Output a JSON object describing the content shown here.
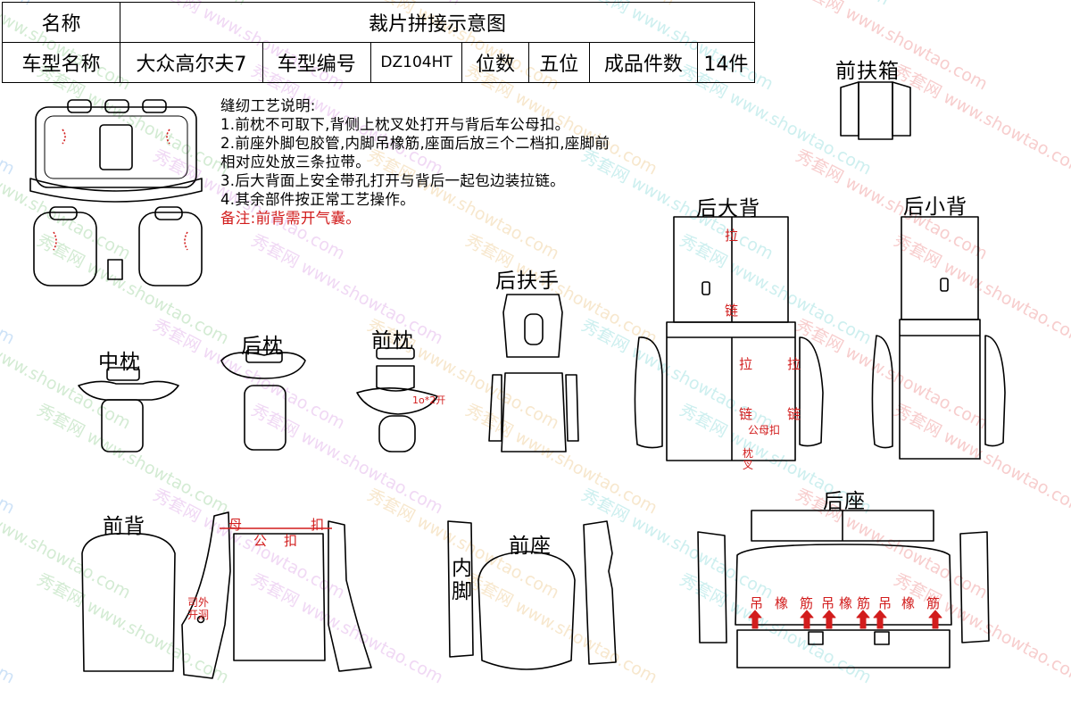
{
  "header": {
    "name_label": "名称",
    "title": "裁片拼接示意图",
    "model_name_label": "车型名称",
    "model_name": "大众高尔夫7",
    "model_code_label": "车型编号",
    "model_code": "DZ104HT",
    "seats_label": "位数",
    "seats": "五位",
    "pieces_label": "成品件数",
    "pieces": "14件"
  },
  "notes": {
    "title": "缝纫工艺说明:",
    "line1": "1.前枕不可取下,背侧上枕叉处打开与背后车公母扣。",
    "line2": "2.前座外脚包胶管,内脚吊橡筋,座面后放三个二档扣,座脚前",
    "line3": "相对应处放三条拉带。",
    "line4": "3.后大背面上安全带孔打开与背后一起包边装拉链。",
    "line5": "4.其余部件按正常工艺操作。",
    "remark": "备注:前背需开气囊。"
  },
  "labels": {
    "front_armrest_box": "前扶箱",
    "rear_big_back": "后大背",
    "rear_small_back": "后小背",
    "rear_armrest": "后扶手",
    "middle_pillow": "中枕",
    "rear_pillow": "后枕",
    "front_pillow": "前枕",
    "front_back": "前背",
    "front_seat": "前座",
    "rear_seat": "后座",
    "inner_foot": "内脚"
  },
  "annotations": {
    "zip_pull": "拉",
    "chain": "链",
    "snap": "公母扣",
    "fork": "枕叉",
    "pillow_open": "1o*2开",
    "female": "母",
    "male": "公",
    "buckle": "扣",
    "driver_hole": "司外开洞",
    "elastic_seq": [
      "吊",
      "橡",
      "筋",
      "吊",
      "橡",
      "筋",
      "吊",
      "橡",
      "筋"
    ]
  },
  "watermark": {
    "brand": "秀套网",
    "url": "www.showtao.com"
  },
  "colors": {
    "annotation": "#d21d1d",
    "line": "#000000"
  }
}
